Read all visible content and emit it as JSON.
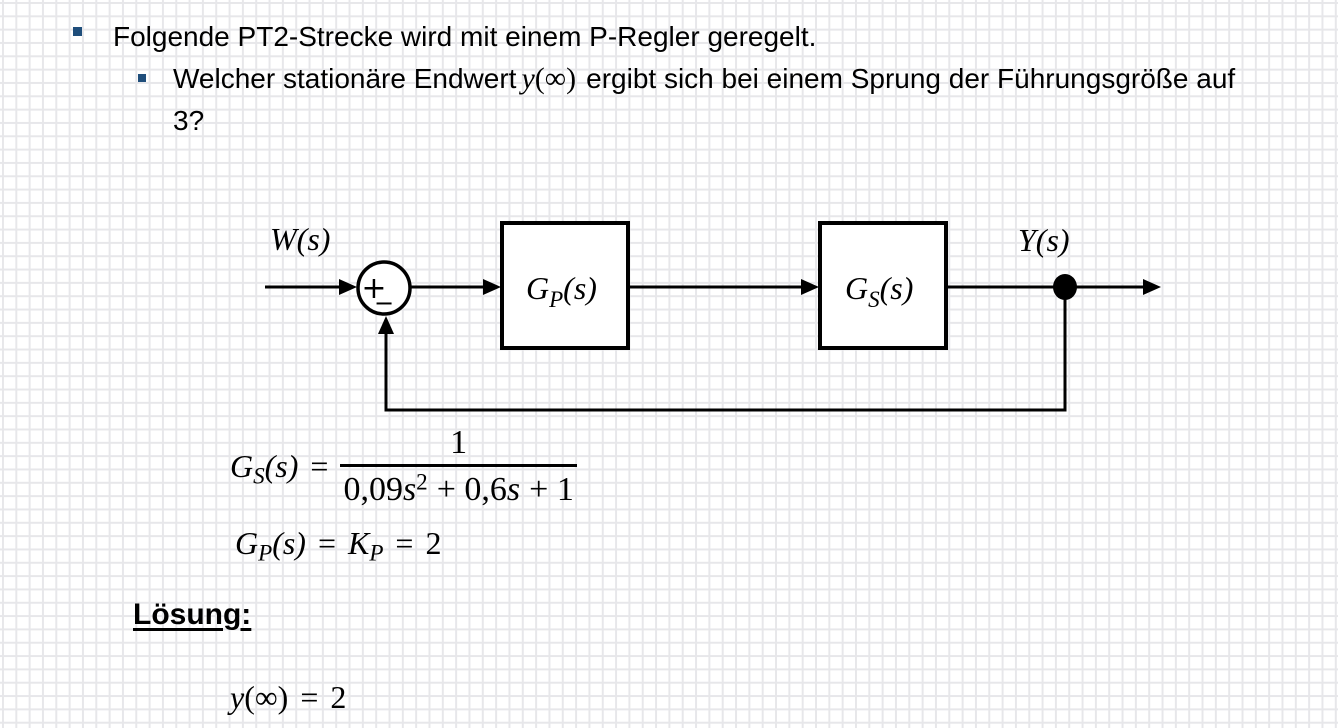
{
  "page": {
    "bullet_color": "#1f4e7b",
    "grid_color": "#e7e7ea",
    "ink_color": "#000000"
  },
  "question": {
    "line1": "Folgende PT2-Strecke wird mit einem P-Regler geregelt.",
    "line2_pre": "Welcher stationäre Endwert",
    "line2_math_var": "y",
    "line2_math_args": "(∞)",
    "line2_post": "ergibt sich bei einem Sprung der Führungsgröße auf",
    "line3": "3?"
  },
  "diagram": {
    "input_label": "W(s)",
    "output_label": "Y(s)",
    "sum_plus": "+",
    "sum_minus": "−",
    "controller": {
      "base": "G",
      "sub": "P",
      "args": "(s)"
    },
    "plant": {
      "base": "G",
      "sub": "S",
      "args": "(s)"
    }
  },
  "formulas": {
    "plant_tf": {
      "base": "G",
      "sub": "S",
      "args": "(s)",
      "eq": "=",
      "num": "1",
      "den_c1": "0,09",
      "den_v1": "s",
      "den_e1": "2",
      "den_c2": "+ 0,6",
      "den_v2": "s",
      "den_c3": "+ 1"
    },
    "controller_tf": {
      "base": "G",
      "sub": "P",
      "args": "(s)",
      "eq": "=",
      "gain_base": "K",
      "gain_sub": "P",
      "eq2": "=",
      "value": "2"
    }
  },
  "solution": {
    "heading": "Lösung:",
    "result_var": "y",
    "result_args": "(∞)",
    "result_eq": "=",
    "result_value": "2"
  }
}
